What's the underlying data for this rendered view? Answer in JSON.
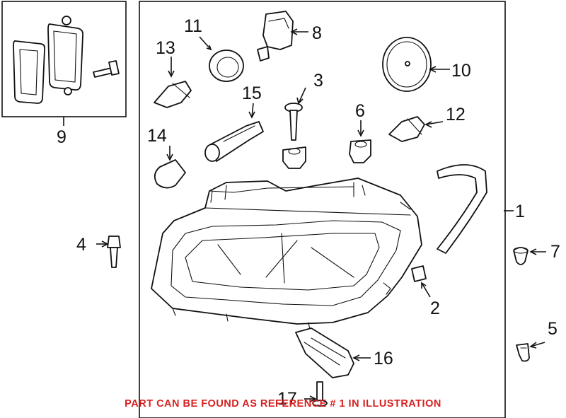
{
  "callouts": {
    "c1": "1",
    "c2": "2",
    "c3": "3",
    "c4": "4",
    "c5": "5",
    "c6": "6",
    "c7": "7",
    "c8": "8",
    "c9": "9",
    "c10": "10",
    "c11": "11",
    "c12": "12",
    "c13": "13",
    "c14": "14",
    "c15": "15",
    "c16": "16",
    "c17": "17"
  },
  "notice": {
    "text": "PART CAN BE FOUND AS REFERENCE # 1 IN ILLUSTRATION",
    "color": "#d62020"
  }
}
